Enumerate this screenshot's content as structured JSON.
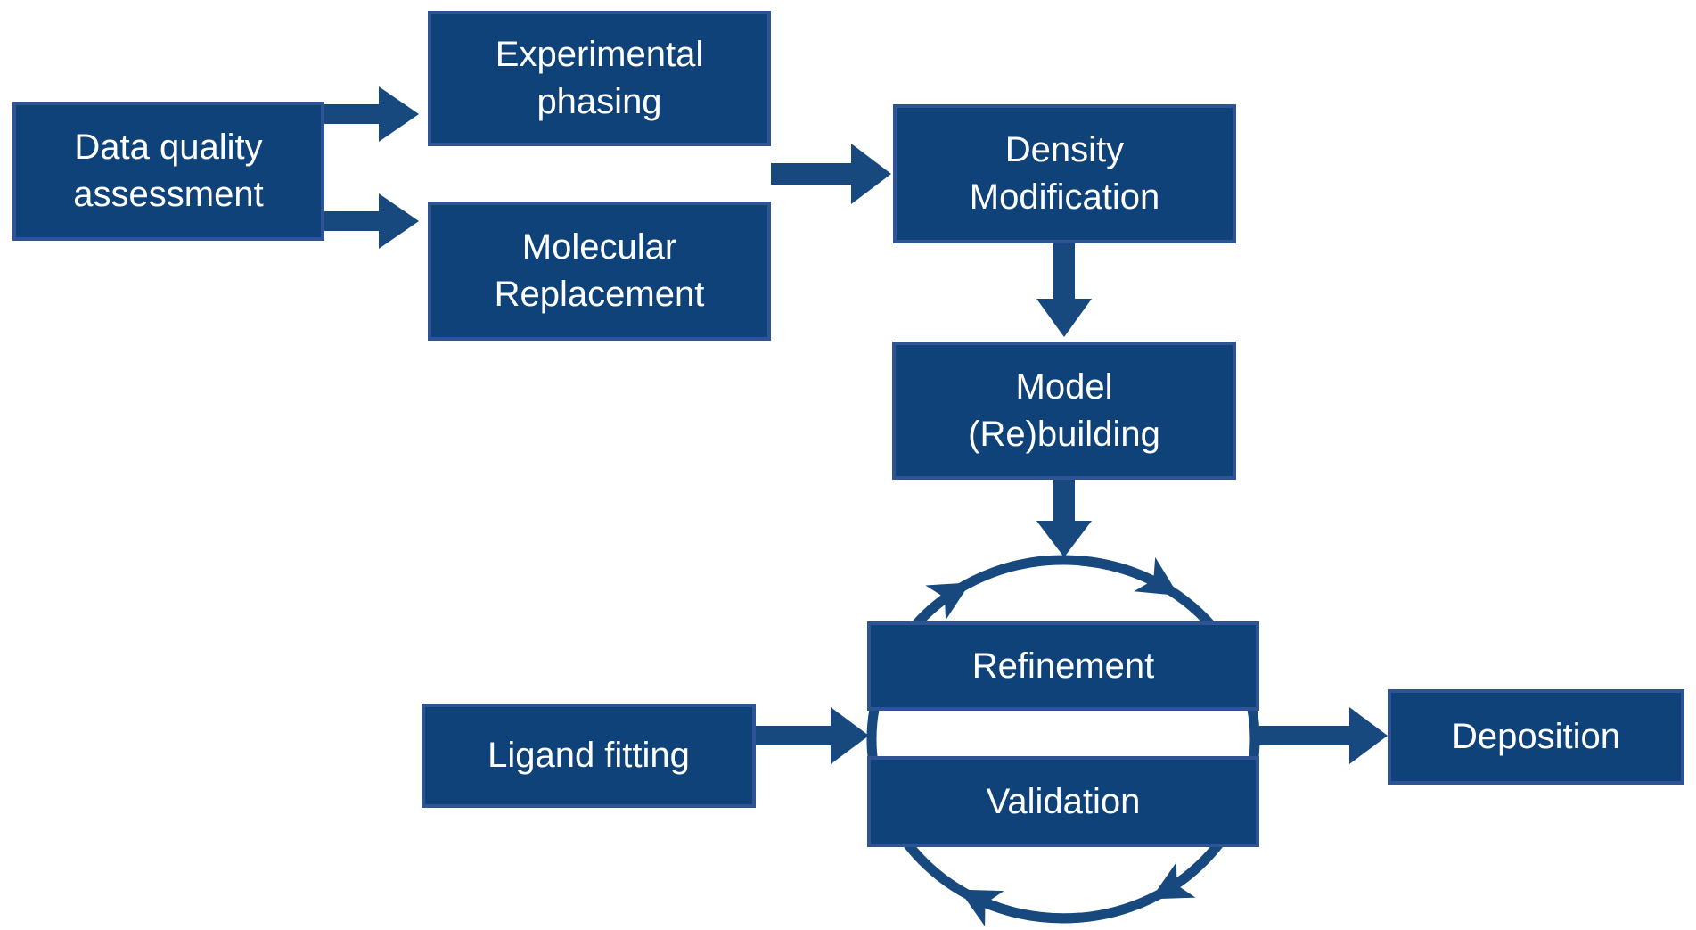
{
  "diagram": {
    "type": "flowchart",
    "background": "#ffffff",
    "colors": {
      "box_fill": "#0e4279",
      "box_border": "#2f5496",
      "arrow": "#17497f",
      "text": "#ffffff"
    },
    "boxes": [
      {
        "id": "data-quality-assessment",
        "label": "Data quality\nassessment"
      },
      {
        "id": "experimental-phasing",
        "label": "Experimental\nphasing"
      },
      {
        "id": "molecular-replacement",
        "label": "Molecular\nReplacement"
      },
      {
        "id": "density-modification",
        "label": "Density\nModification"
      },
      {
        "id": "model-rebuilding",
        "label": "Model\n(Re)building"
      },
      {
        "id": "refinement",
        "label": "Refinement"
      },
      {
        "id": "validation",
        "label": "Validation"
      },
      {
        "id": "ligand-fitting",
        "label": "Ligand fitting"
      },
      {
        "id": "deposition",
        "label": "Deposition"
      }
    ],
    "edges": [
      {
        "from": "data-quality-assessment",
        "to": "experimental-phasing"
      },
      {
        "from": "data-quality-assessment",
        "to": "molecular-replacement"
      },
      {
        "from": [
          "experimental-phasing",
          "molecular-replacement"
        ],
        "to": "density-modification"
      },
      {
        "from": "density-modification",
        "to": "model-rebuilding"
      },
      {
        "from": "model-rebuilding",
        "to": "refinement-validation-cycle"
      },
      {
        "from": "ligand-fitting",
        "to": "refinement-validation-cycle"
      },
      {
        "from": "refinement-validation-cycle",
        "to": "deposition"
      }
    ],
    "cycle": {
      "nodes": [
        "refinement",
        "validation"
      ],
      "direction": "clockwise",
      "arrowheads": 4
    }
  }
}
